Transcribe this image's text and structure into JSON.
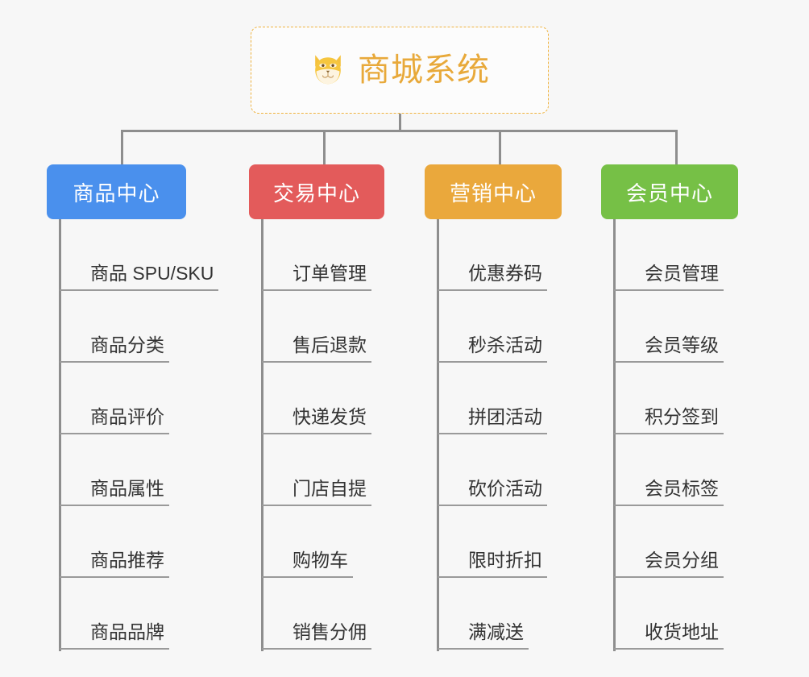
{
  "root": {
    "title": "商城系统",
    "icon": "shiba-dog-face-icon",
    "border_color": "#efb33f",
    "text_color": "#e8a93a"
  },
  "connector_color": "#8e8e8e",
  "background_color": "#f7f7f7",
  "branches": [
    {
      "label": "商品中心",
      "color": "#4a90ed",
      "items": [
        "商品 SPU/SKU",
        "商品分类",
        "商品评价",
        "商品属性",
        "商品推荐",
        "商品品牌"
      ]
    },
    {
      "label": "交易中心",
      "color": "#e35b5b",
      "items": [
        "订单管理",
        "售后退款",
        "快递发货",
        "门店自提",
        "购物车",
        "销售分佣"
      ]
    },
    {
      "label": "营销中心",
      "color": "#eaa83c",
      "items": [
        "优惠券码",
        "秒杀活动",
        "拼团活动",
        "砍价活动",
        "限时折扣",
        "满减送"
      ]
    },
    {
      "label": "会员中心",
      "color": "#76c046",
      "items": [
        "会员管理",
        "会员等级",
        "积分签到",
        "会员标签",
        "会员分组",
        "收货地址"
      ]
    }
  ]
}
